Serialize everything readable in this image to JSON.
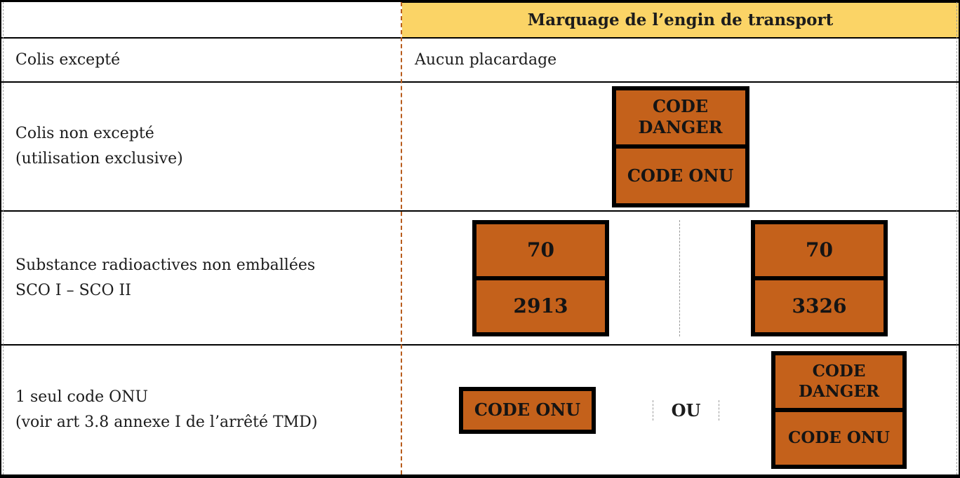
{
  "colors": {
    "yellow_header": "#FBD466",
    "orange_panel": "#C4611B",
    "divider_orange": "#B85C1C",
    "divider_gray": "#9A9A9A",
    "border_black": "#000000",
    "text_dark": "#1C1C1C"
  },
  "header": {
    "title": "Marquage de l’engin de transport"
  },
  "rows": [
    {
      "label": "Colis excepté",
      "content": "Aucun placardage"
    },
    {
      "label_lines": [
        "Colis non excepté",
        "(utilisation exclusive)"
      ],
      "plate": {
        "top_lines": [
          "CODE",
          "DANGER"
        ],
        "bottom": "CODE ONU"
      }
    },
    {
      "label_lines": [
        "Substance radioactives non emballées",
        "SCO I – SCO II"
      ],
      "plates": [
        {
          "top": "70",
          "bottom": "2913"
        },
        {
          "top": "70",
          "bottom": "3326"
        }
      ]
    },
    {
      "label_lines": [
        "1 seul code ONU",
        "(voir art 3.8 annexe I de l’arrêté TMD)"
      ],
      "plate_single": "CODE ONU",
      "separator": "OU",
      "plate": {
        "top_lines": [
          "CODE",
          "DANGER"
        ],
        "bottom": "CODE ONU"
      }
    }
  ]
}
